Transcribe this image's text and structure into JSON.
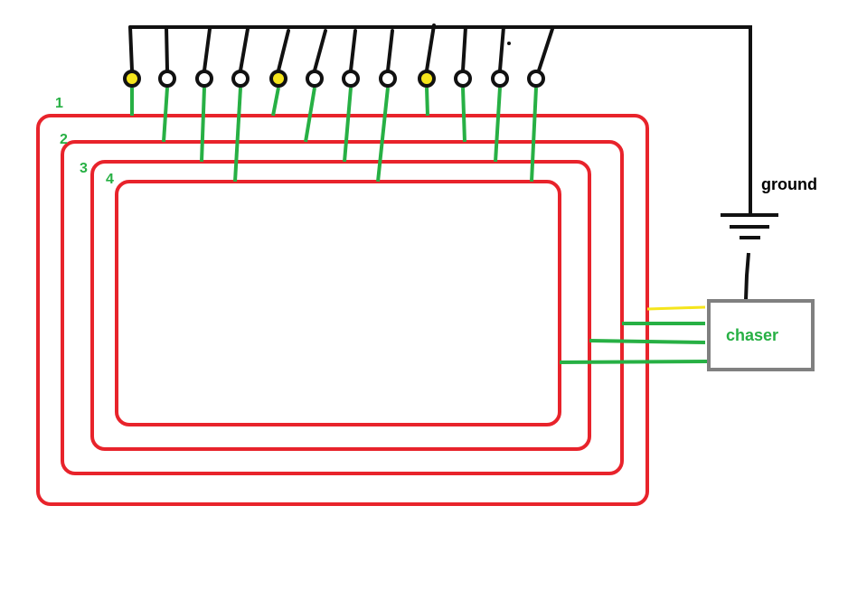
{
  "colors": {
    "ring": "#e8232b",
    "wire_green": "#27b044",
    "wire_black": "#111111",
    "lamp_on": "#f5e51c",
    "lamp_off": "#ffffff",
    "box_border": "#808080",
    "label_green": "#27b044",
    "yellow_wire": "#f5e51c"
  },
  "rings": [
    {
      "label": "1"
    },
    {
      "label": "2"
    },
    {
      "label": "3"
    },
    {
      "label": "4"
    }
  ],
  "lamps": [
    {
      "on": true,
      "ring": "1"
    },
    {
      "on": false,
      "ring": "2"
    },
    {
      "on": false,
      "ring": "3"
    },
    {
      "on": false,
      "ring": "4"
    },
    {
      "on": true,
      "ring": "1"
    },
    {
      "on": false,
      "ring": "2"
    },
    {
      "on": false,
      "ring": "3"
    },
    {
      "on": false,
      "ring": "4"
    },
    {
      "on": true,
      "ring": "1"
    },
    {
      "on": false,
      "ring": "2"
    },
    {
      "on": false,
      "ring": "3"
    },
    {
      "on": false,
      "ring": "4"
    }
  ],
  "ground_label": "ground",
  "chaser_label": "chaser",
  "icons": {
    "ground": "ground-symbol-icon"
  }
}
